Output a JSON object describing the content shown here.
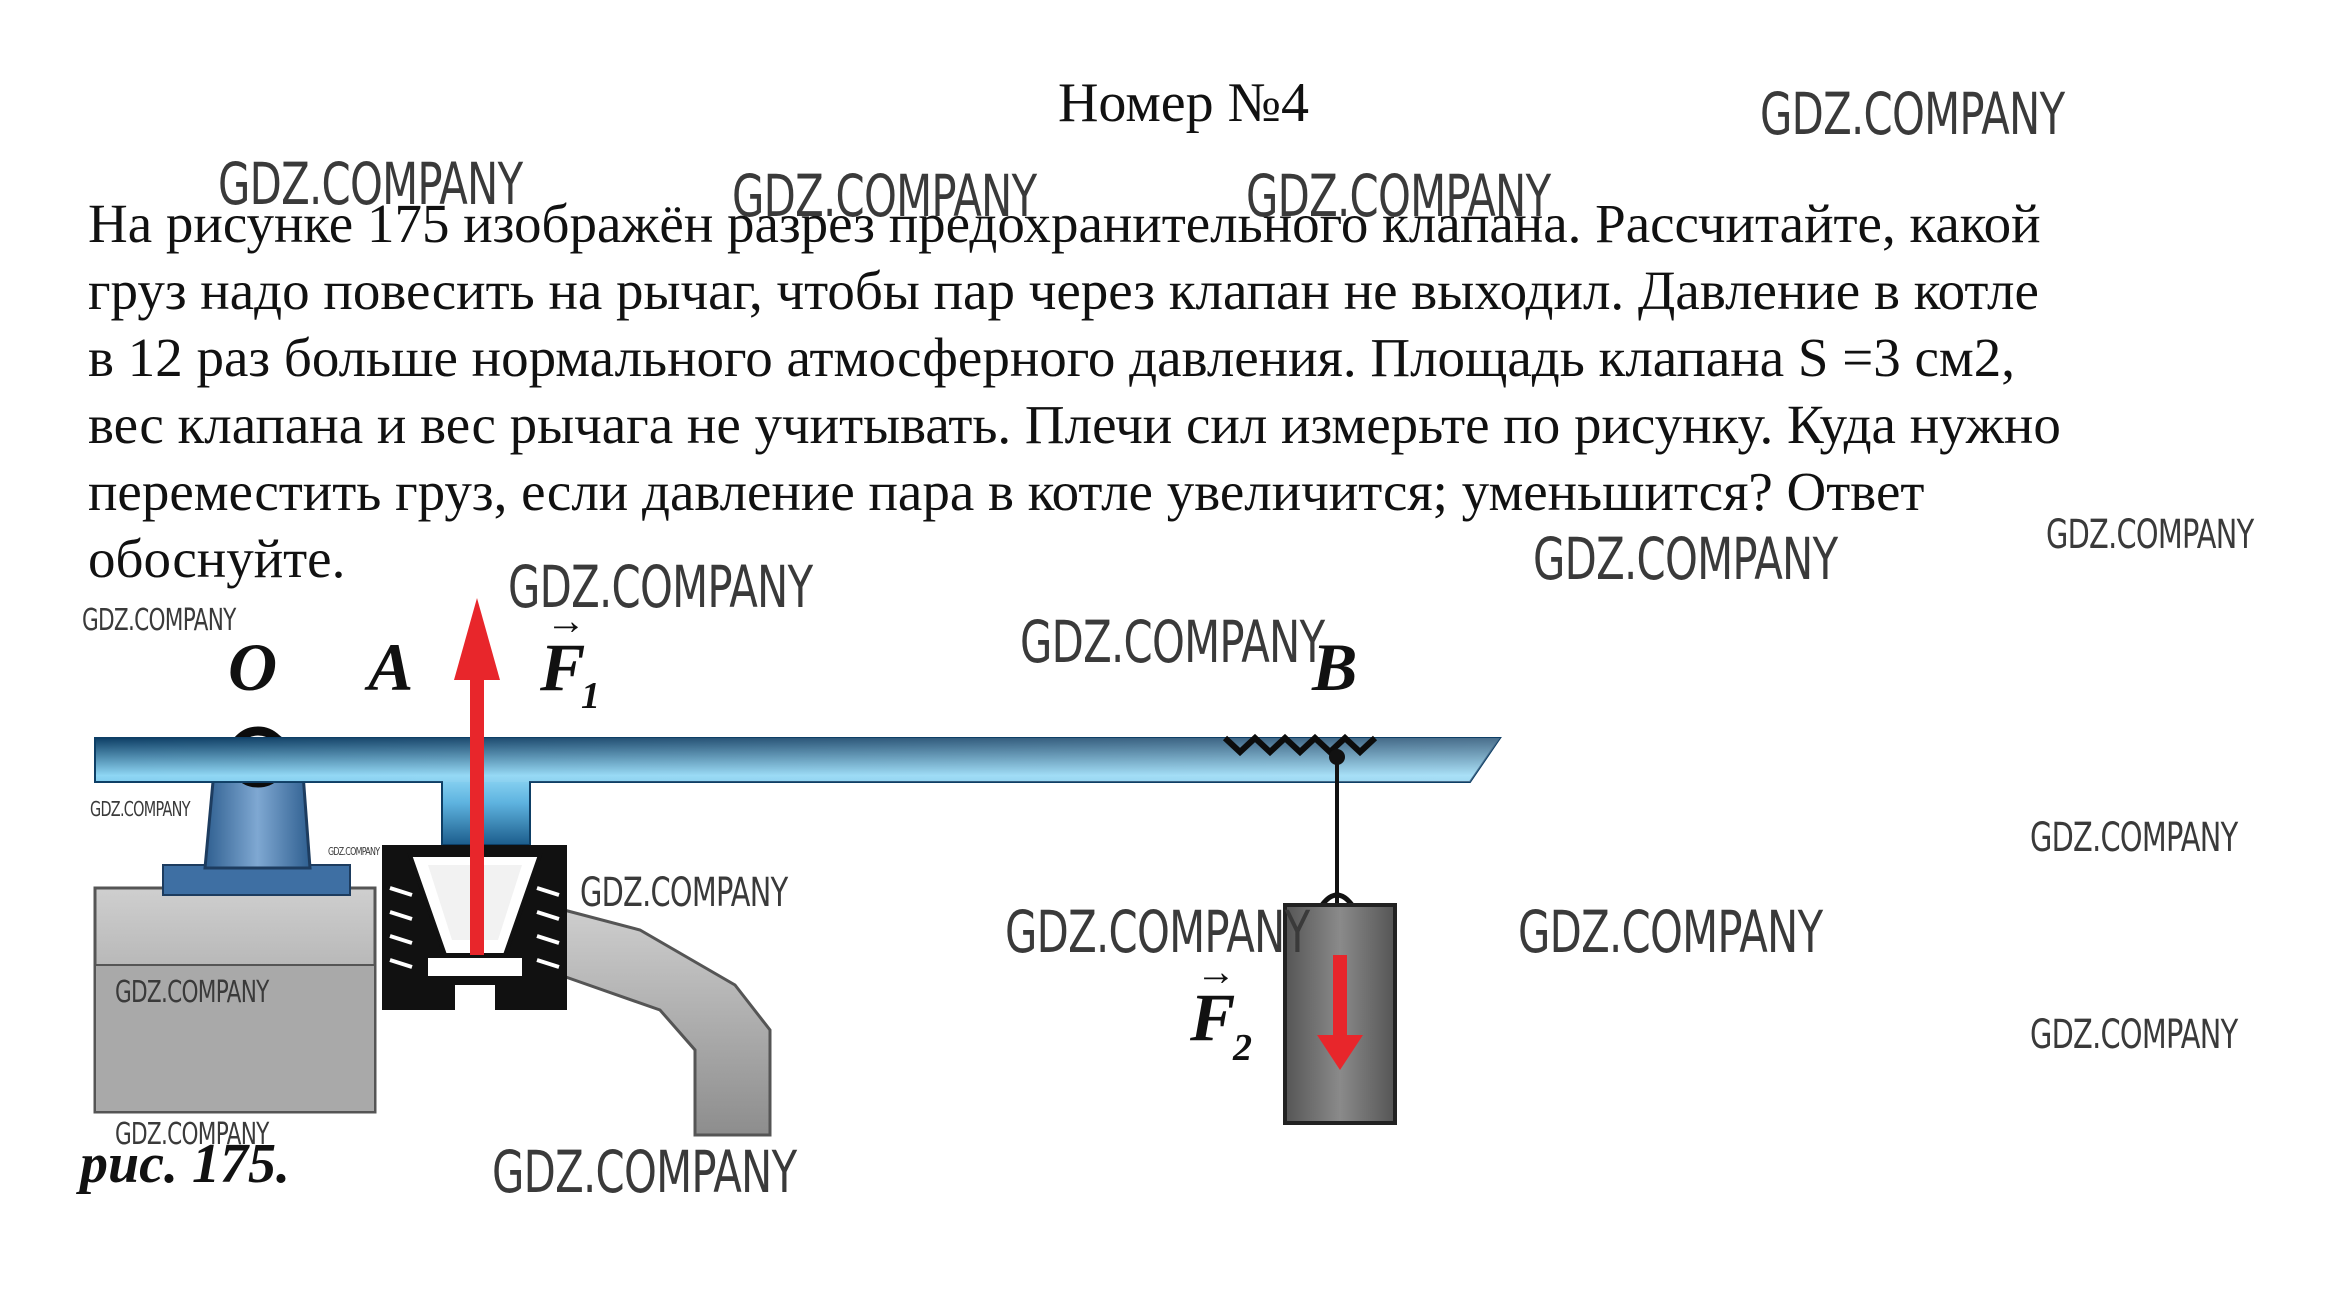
{
  "document": {
    "title": "Номер №4",
    "paragraph_lines": [
      "На рисунке 175 изображён разрез предохранительного клапана. Рассчитайте, какой",
      "груз надо повесить на рычаг, чтобы пар через клапан не выходил. Давление в котле",
      "в 12 раз больше нормального атмосферного давления. Площадь клапана S =3 см2,",
      "вес клапана и вес рычага не учитывать. Плечи сил измерьте по рисунку. Куда нужно",
      "переместить груз, если давление пара в котле увеличится; уменьшится? Ответ",
      "обоснуйте."
    ]
  },
  "figure": {
    "labels": {
      "O": "O",
      "A": "A",
      "B": "B",
      "F1": "F",
      "F1_sub": "1",
      "F2": "F",
      "F2_sub": "2",
      "arrow": "→"
    },
    "caption": "рис. 175.",
    "colors": {
      "lever_light": "#8ed6f4",
      "lever_dark": "#1c5d8c",
      "body_gray": "#9a9a9a",
      "force_red": "#e8262b",
      "weight_gray": "#6b6b6b"
    }
  },
  "watermark": {
    "text": "GDZ.COMPANY"
  }
}
